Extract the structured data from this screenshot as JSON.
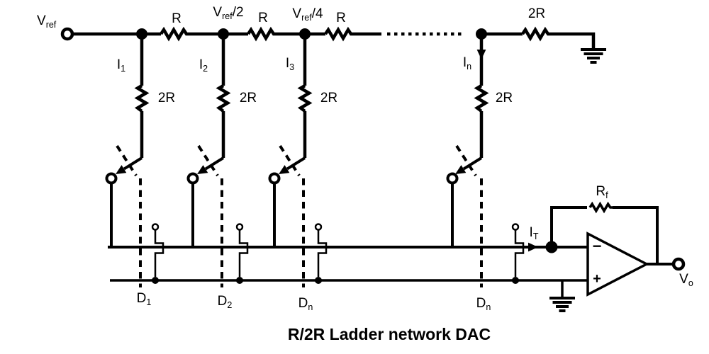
{
  "diagram": {
    "title": "R/2R Ladder network DAC",
    "colors": {
      "ink": "#000000",
      "background": "#ffffff"
    },
    "top_rail": {
      "input_label": {
        "base": "V",
        "sub": "ref",
        "suffix": ""
      },
      "node_half": {
        "base": "V",
        "sub": "ref",
        "suffix": "/2"
      },
      "node_quarter": {
        "base": "V",
        "sub": "ref",
        "suffix": "/4"
      },
      "series_resistor_1": "R",
      "series_resistor_2": "R",
      "series_resistor_3": "R",
      "termination_resistor": "2R"
    },
    "branches": {
      "current_1": {
        "base": "I",
        "sub": "1"
      },
      "current_2": {
        "base": "I",
        "sub": "2"
      },
      "current_3": {
        "base": "I",
        "sub": "3"
      },
      "current_4": {
        "base": "I",
        "sub": "n"
      },
      "resistor_1": "2R",
      "resistor_2": "2R",
      "resistor_3": "2R",
      "resistor_4": "2R",
      "digital_input_1": {
        "base": "D",
        "sub": "1"
      },
      "digital_input_2": {
        "base": "D",
        "sub": "2"
      },
      "digital_input_3": {
        "base": "D",
        "sub": "n"
      },
      "digital_input_4": {
        "base": "D",
        "sub": "n"
      }
    },
    "opamp": {
      "total_current": {
        "base": "I",
        "sub": "T"
      },
      "feedback_resistor": {
        "base": "R",
        "sub": "f"
      },
      "inverting_label": "−",
      "noninverting_label": "+",
      "output_label": {
        "base": "V",
        "sub": "o"
      }
    }
  }
}
